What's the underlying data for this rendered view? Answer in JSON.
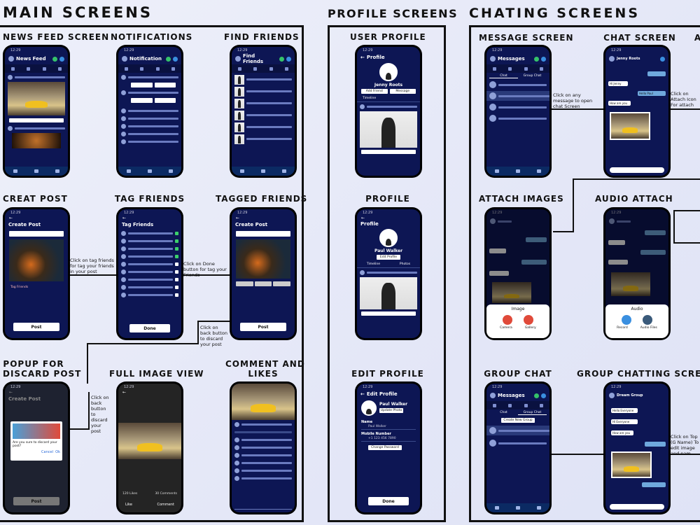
{
  "sections": {
    "main": "MAIN SCREENS",
    "profile": "PROFILE SCREENS",
    "chating": "CHATING SCREENS"
  },
  "labels": {
    "news_feed": "NEWS FEED SCREEN",
    "notifications": "NOTIFICATIONS",
    "find_friends": "FIND FRIENDS",
    "creat_post": "CREAT POST",
    "tag_friends": "TAG FRIENDS",
    "tagged_friends": "TAGGED FRIENDS",
    "popup_discard_1": "POPUP FOR",
    "popup_discard_2": "DISCARD POST",
    "full_image": "FULL IMAGE VIEW",
    "comment_likes_1": "COMMENT AND",
    "comment_likes_2": "LIKES",
    "user_profile": "USER PROFILE",
    "profile": "PROFILE",
    "edit_profile": "EDIT PROFILE",
    "message_screen": "MESSAGE SCREEN",
    "chat_screen": "CHAT SCREEN",
    "attach_images": "ATTACH IMAGES",
    "audio_attach": "AUDIO ATTACH",
    "group_chat": "GROUP CHAT",
    "group_chatting": "GROUP CHATTING SCREEN",
    "cut_a": "A"
  },
  "notes": {
    "tag_click": "Click on tag friends for tag your friends in your post",
    "done_click": "Click on Done button for tag your Friends",
    "back_discard": "Click on back button to discard your post",
    "back_discard_2": "Click on back button to discard your post",
    "msg_click": "Click on any message to open chat Screen",
    "attach_click": "Click on Attach Icon For attach",
    "group_click": "Click on Top (G Name) To edit image and nam"
  },
  "screens": {
    "news_feed": {
      "title": "News Feed"
    },
    "notification": {
      "title": "Notification"
    },
    "find_friends": {
      "title": "Find Friends"
    },
    "create_post": {
      "title": "Create Post",
      "button": "Post",
      "tag": "Tag Friends"
    },
    "tag_friends": {
      "title": "Tag Friends",
      "button": "Done"
    },
    "tagged_create_post": {
      "title": "Create Post",
      "button": "Post"
    },
    "popup": {
      "title": "Create Post",
      "dialog": "Are you sure to discard your post?",
      "cancel": "Cancel",
      "ok": "Ok",
      "button": "Post"
    },
    "full_image": {
      "likes": "120 Likes",
      "comments": "30 Comments",
      "like": "Like",
      "comment": "Comment"
    },
    "user_profile": {
      "title": "Profile",
      "name": "Jenny Roots",
      "add": "Add Friend",
      "message": "Message",
      "timeline": "Timeline"
    },
    "profile": {
      "title": "Profile",
      "name": "Paul Walker",
      "edit": "Edit Profile",
      "timeline": "Timeline",
      "photos": "Photos"
    },
    "edit_profile": {
      "title": "Edit Profile",
      "name": "Paul Walker",
      "update": "Update Photo",
      "name_label": "Name",
      "name_value": "Paul Walker",
      "mobile_label": "Mobile Number",
      "mobile_value": "+1 123 456 7890",
      "change_pw": "Change Password",
      "done": "Done"
    },
    "messages": {
      "title": "Messages",
      "tab_chat": "Chat",
      "tab_group": "Group Chat"
    },
    "chat": {
      "name": "Jenny Roots",
      "msg_hi": "Hi Jenny",
      "msg_hello": "Hello Paul",
      "msg_how": "How are you"
    },
    "attach_images": {
      "sheet": "Image",
      "camera": "Camera",
      "gallery": "Gallery"
    },
    "audio_attach": {
      "sheet": "Audio",
      "record": "Record",
      "files": "Audio Files"
    },
    "group_chat": {
      "title": "Messages",
      "tab_chat": "Chat",
      "tab_group": "Group Chat",
      "create": "Create New Group"
    },
    "group_chatting": {
      "name": "Dream Group",
      "msg_hello": "Hello Everyone",
      "msg_hi": "Hi Everyone",
      "msg_how": "How are you"
    }
  }
}
